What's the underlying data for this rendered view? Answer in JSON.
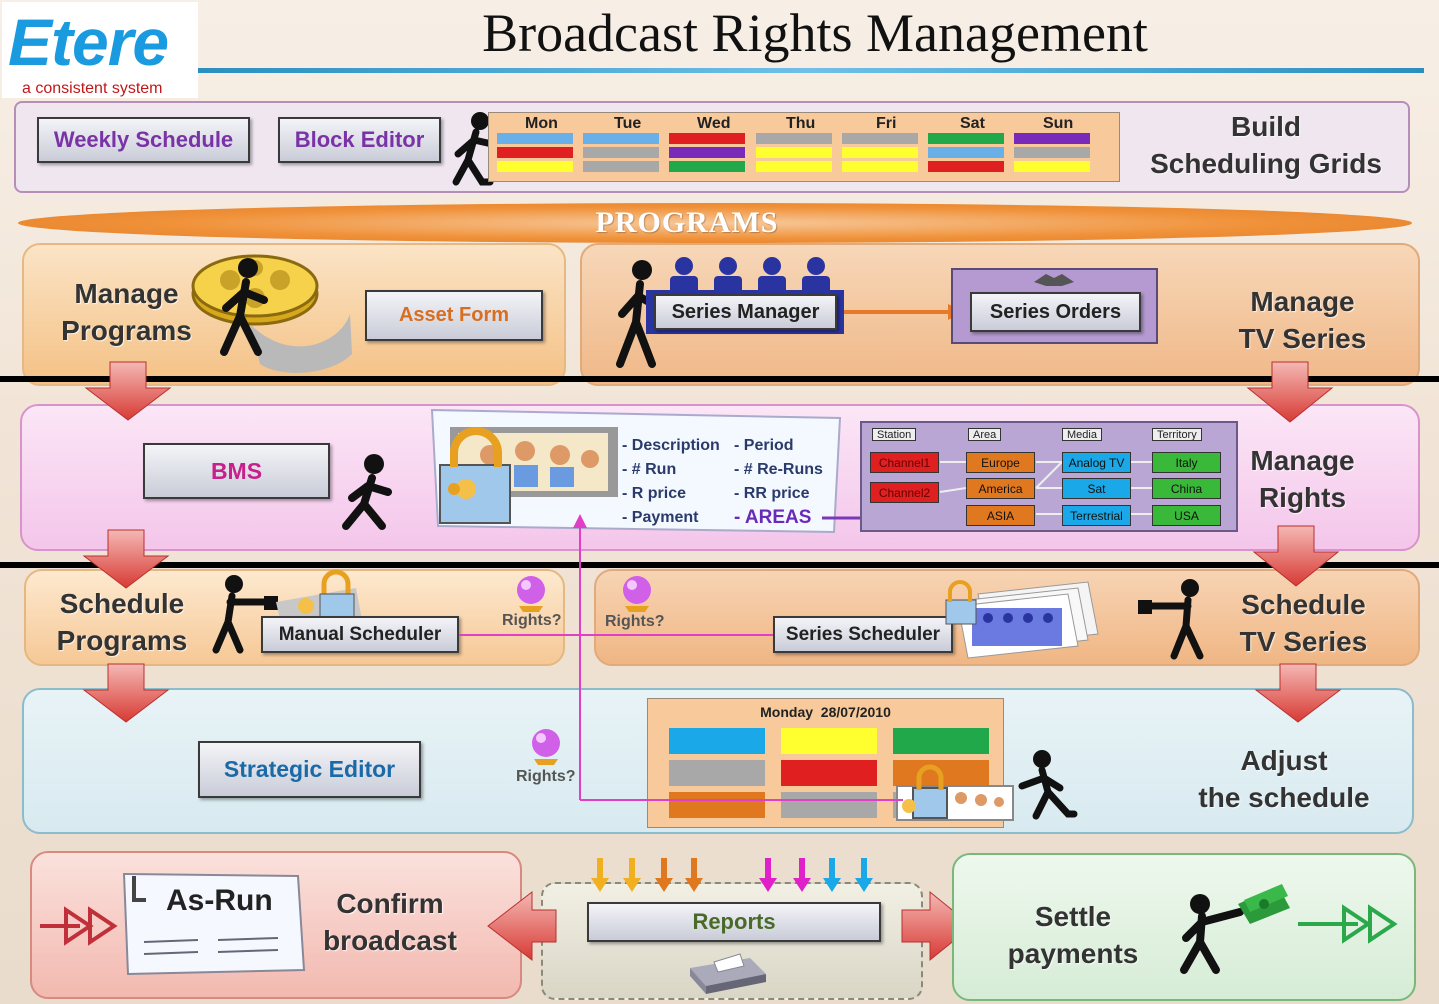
{
  "logo": {
    "brand": "Etere",
    "tagline": "a consistent system",
    "brand_color": "#1a9be0"
  },
  "title": "Broadcast Rights Management",
  "grid_section": {
    "buttons": [
      "Weekly Schedule",
      "Block Editor"
    ],
    "days": [
      "Mon",
      "Tue",
      "Wed",
      "Thu",
      "Fri",
      "Sat",
      "Sun"
    ],
    "label": "Build\nScheduling Grids"
  },
  "programs_banner": "PROGRAMS",
  "manage_programs": {
    "label": "Manage\nPrograms",
    "button": "Asset Form"
  },
  "manage_series": {
    "button1": "Series Manager",
    "button2": "Series Orders",
    "label": "Manage\nTV Series"
  },
  "rights": {
    "button": "BMS",
    "fields_left": [
      "- Description",
      "- # Run",
      "- R price",
      "- Payment"
    ],
    "fields_right": [
      "- Period",
      "- # Re-Runs",
      "- RR price",
      "- AREAS"
    ],
    "grid_headers": [
      "Station",
      "Area",
      "Media",
      "Territory"
    ],
    "stations": [
      "Channel1",
      "Channel2"
    ],
    "areas": [
      "Europe",
      "America",
      "ASIA"
    ],
    "media": [
      "Analog TV",
      "Sat",
      "Terrestrial"
    ],
    "territories": [
      "Italy",
      "China",
      "USA"
    ],
    "label": "Manage\nRights"
  },
  "schedule": {
    "programs_label": "Schedule\nPrograms",
    "manual_button": "Manual Scheduler",
    "rights_q": "Rights?",
    "series_button": "Series Scheduler",
    "series_label": "Schedule\nTV Series"
  },
  "adjust": {
    "button": "Strategic Editor",
    "rights_q": "Rights?",
    "date": "Monday  28/07/2010",
    "label": "Adjust\nthe schedule"
  },
  "bottom": {
    "asrun": "As-Run",
    "confirm_label": "Confirm\nbroadcast",
    "reports_button": "Reports",
    "settle_label": "Settle\npayments"
  },
  "colors": {
    "orange_panel": "#f6c78e",
    "pink_panel": "#f7d3ee",
    "blue_panel": "#dfeff4",
    "lavender_panel": "#ece2ee",
    "red_panel": "#f6cfc9",
    "green_panel": "#e4f1e4",
    "magenta_line": "#e040c8"
  }
}
